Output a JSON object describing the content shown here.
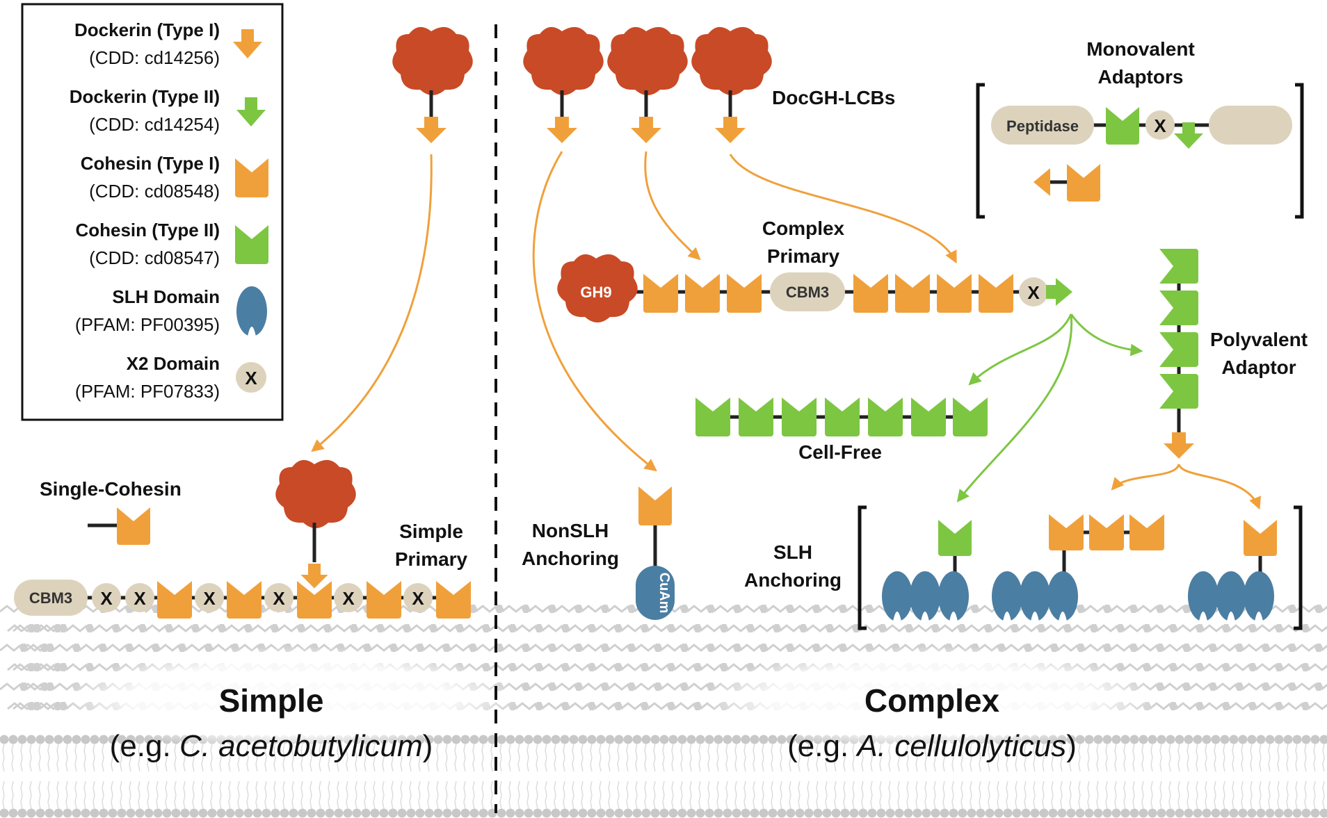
{
  "legend": {
    "items": [
      {
        "name": "Dockerin (Type I)",
        "code": "(CDD: cd14256)"
      },
      {
        "name": "Dockerin (Type II)",
        "code": "(CDD: cd14254)"
      },
      {
        "name": "Cohesin (Type I)",
        "code": "(CDD: cd08548)"
      },
      {
        "name": "Cohesin (Type II)",
        "code": "(CDD: cd08547)"
      },
      {
        "name": "SLH Domain",
        "code": "(PFAM: PF00395)"
      },
      {
        "name": "X2 Domain",
        "code": "(PFAM: PF07833)"
      }
    ],
    "x_glyph": "X"
  },
  "labels": {
    "docgh_lcbs": "DocGH-LCBs",
    "monovalent_line1": "Monovalent",
    "monovalent_line2": "Adaptors",
    "complex_primary_line1": "Complex",
    "complex_primary_line2": "Primary",
    "polyvalent_line1": "Polyvalent",
    "polyvalent_line2": "Adaptor",
    "cell_free": "Cell-Free",
    "single_cohesin": "Single-Cohesin",
    "simple_primary_line1": "Simple",
    "simple_primary_line2": "Primary",
    "nonslh_line1": "NonSLH",
    "nonslh_line2": "Anchoring",
    "slh_anchoring_line1": "SLH",
    "slh_anchoring_line2": "Anchoring"
  },
  "domains": {
    "peptidase": "Peptidase",
    "gh9": "GH9",
    "cbm3": "CBM3",
    "x": "X",
    "cuam": "CuAm"
  },
  "panels": {
    "simple_title": "Simple",
    "simple_example_prefix": "(e.g. ",
    "simple_example_species": "C. acetobutylicum",
    "simple_example_suffix": ")",
    "complex_title": "Complex",
    "complex_example_prefix": "(e.g. ",
    "complex_example_species": "A. cellulolyticus",
    "complex_example_suffix": ")"
  },
  "colors": {
    "orange": "#F0A03A",
    "green": "#7DC642",
    "enzyme_red": "#C94A26",
    "slh_blue": "#4B7EA3",
    "beige": "#DDD3BD",
    "membrane_gray": "#cfcfcf"
  }
}
